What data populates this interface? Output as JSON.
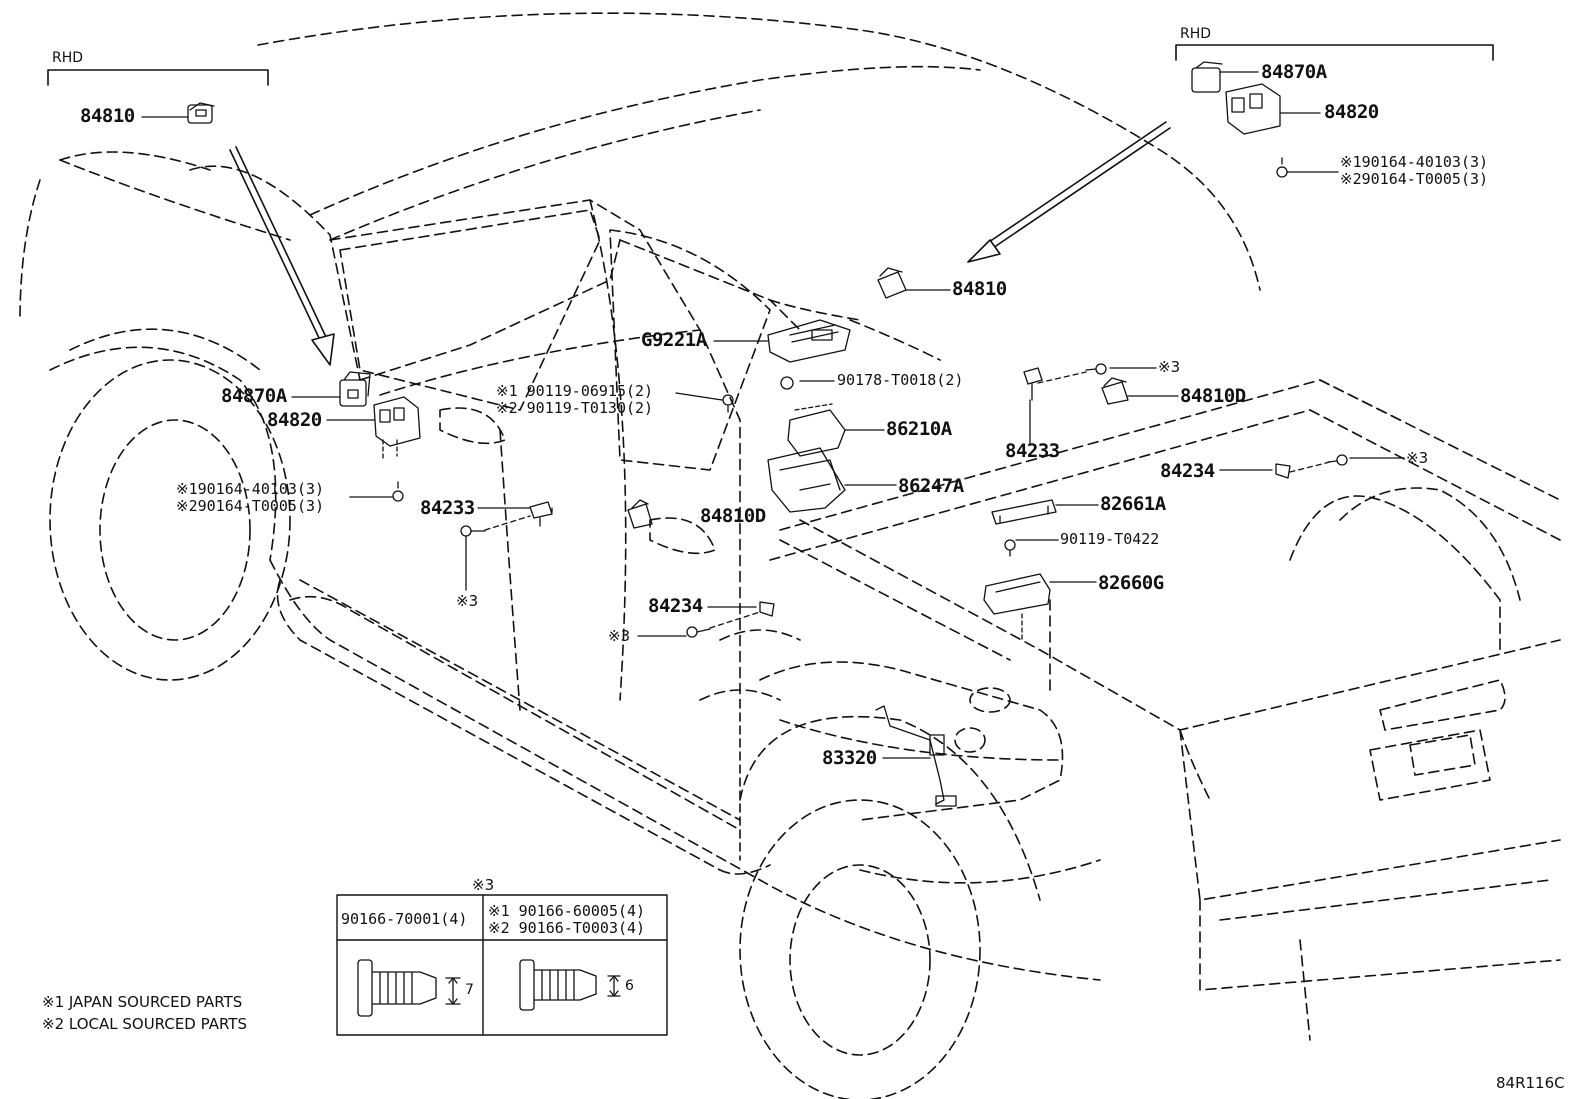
{
  "rhd_left": "RHD",
  "rhd_right": "RHD",
  "ref_code": "84R116C",
  "parts": {
    "p84810_left": "84810",
    "p84870A_left": "84870A",
    "p84820_left": "84820",
    "screw_left_1": "※190164-40103(3)",
    "screw_left_2": "※290164-T0005(3)",
    "p84870A_right": "84870A",
    "p84820_right": "84820",
    "screw_right_1": "※190164-40103(3)",
    "screw_right_2": "※290164-T0005(3)",
    "p84810_roof": "84810",
    "pG9221A": "G9221A",
    "screw_mid_1": "※1 90119-06915(2)",
    "screw_mid_2": "※2 90119-T0130(2)",
    "nut_90178": "90178-T0018(2)",
    "p86210A": "86210A",
    "p86247A": "86247A",
    "p84233_right": "84233",
    "p84810D_right": "84810D",
    "mark3_a": "※3",
    "p84234_right": "84234",
    "mark3_b": "※3",
    "p82661A": "82661A",
    "bolt_90119_T0422": "90119-T0422",
    "p82660G": "82660G",
    "p84233_left": "84233",
    "mark3_c": "※3",
    "p84810D_left": "84810D",
    "p84234_left": "84234",
    "mark3_d": "※3",
    "p83320": "83320"
  },
  "legend_table": {
    "mark": "※3",
    "left_part": "90166-70001(4)",
    "right_part_1": "※1 90166-60005(4)",
    "right_part_2": "※2 90166-T0003(4)",
    "left_dim": "7",
    "right_dim": "6"
  },
  "notes": {
    "japan": "※1 JAPAN SOURCED PARTS",
    "local": "※2 LOCAL SOURCED PARTS"
  }
}
